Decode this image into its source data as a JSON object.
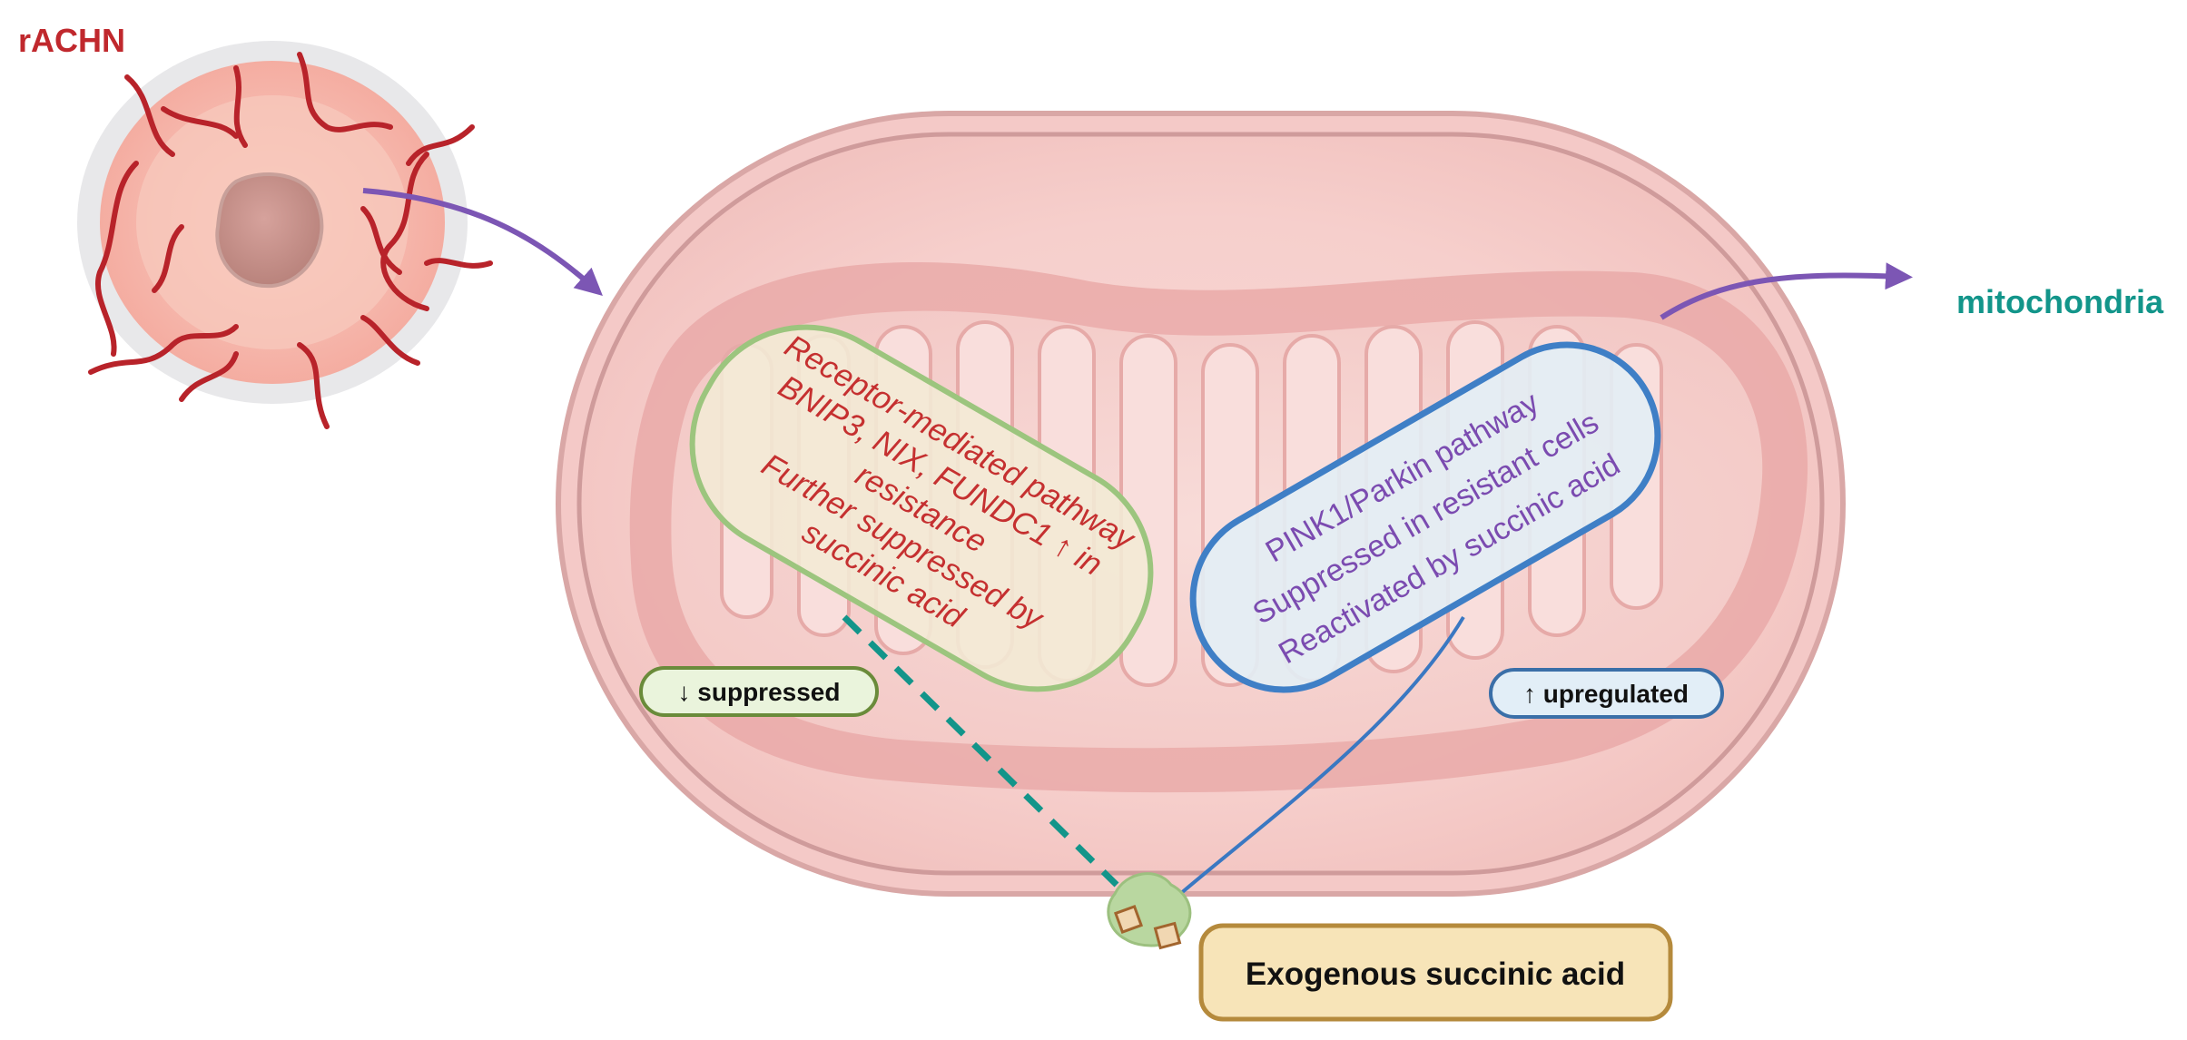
{
  "labels": {
    "tumor": "rACHN",
    "mitochondria": "mitochondria"
  },
  "receptor_box": {
    "lines": [
      "Receptor-mediated pathway",
      "BNIP3, NIX, FUNDC1 ↑ in",
      "resistance",
      "Further suppressed by",
      "succinic acid"
    ]
  },
  "pink_box": {
    "lines": [
      "PINK1/Parkin pathway",
      "Suppressed in resistant cells",
      "Reactivated by succinic acid"
    ]
  },
  "badges": {
    "suppressed": "↓ suppressed",
    "upregulated": "↑ upregulated"
  },
  "succinic_label": "Exogenous succinic acid",
  "colors": {
    "tumor_label": "#c0282d",
    "mito_label": "#12958a",
    "receptor_text": "#c53030",
    "pink_text": "#7b4bb0",
    "arrow": "#7c56b4",
    "dashed_line": "#12958a",
    "solid_line": "#3a78c2",
    "receptor_border": "#9cc57e",
    "pink_border": "#3f7fc6",
    "succinic_fill": "#f7e4b8",
    "succinic_border": "#b58a3c"
  }
}
